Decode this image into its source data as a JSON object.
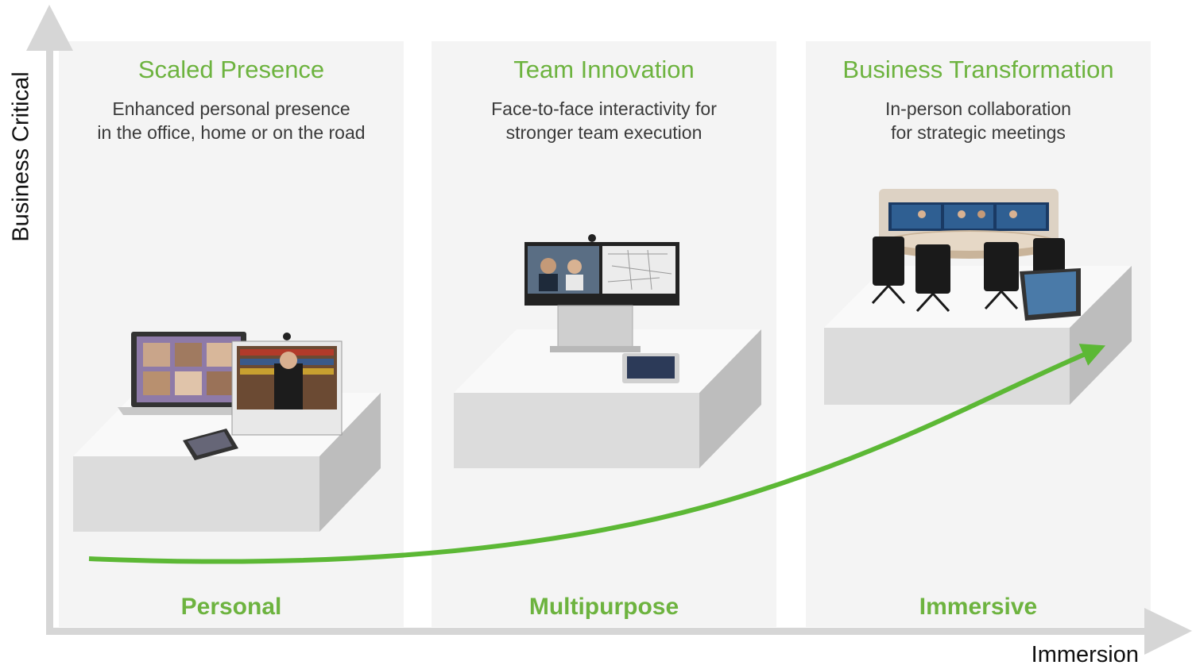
{
  "axes": {
    "y_label": "Business Critical",
    "x_label": "Immersion"
  },
  "columns": [
    {
      "title": "Scaled Presence",
      "description": [
        "Enhanced personal presence",
        "in the office, home or on the road"
      ],
      "level": "Personal"
    },
    {
      "title": "Team Innovation",
      "description": [
        "Face-to-face interactivity for",
        "stronger team execution"
      ],
      "level": "Multipurpose"
    },
    {
      "title": "Business Transformation",
      "description": [
        "In-person collaboration",
        "for strategic meetings"
      ],
      "level": "Immersive"
    }
  ],
  "colors": {
    "accent_green": "#6db33f",
    "axis_gray": "#d6d6d6",
    "panel_bg": "#f4f4f4"
  }
}
